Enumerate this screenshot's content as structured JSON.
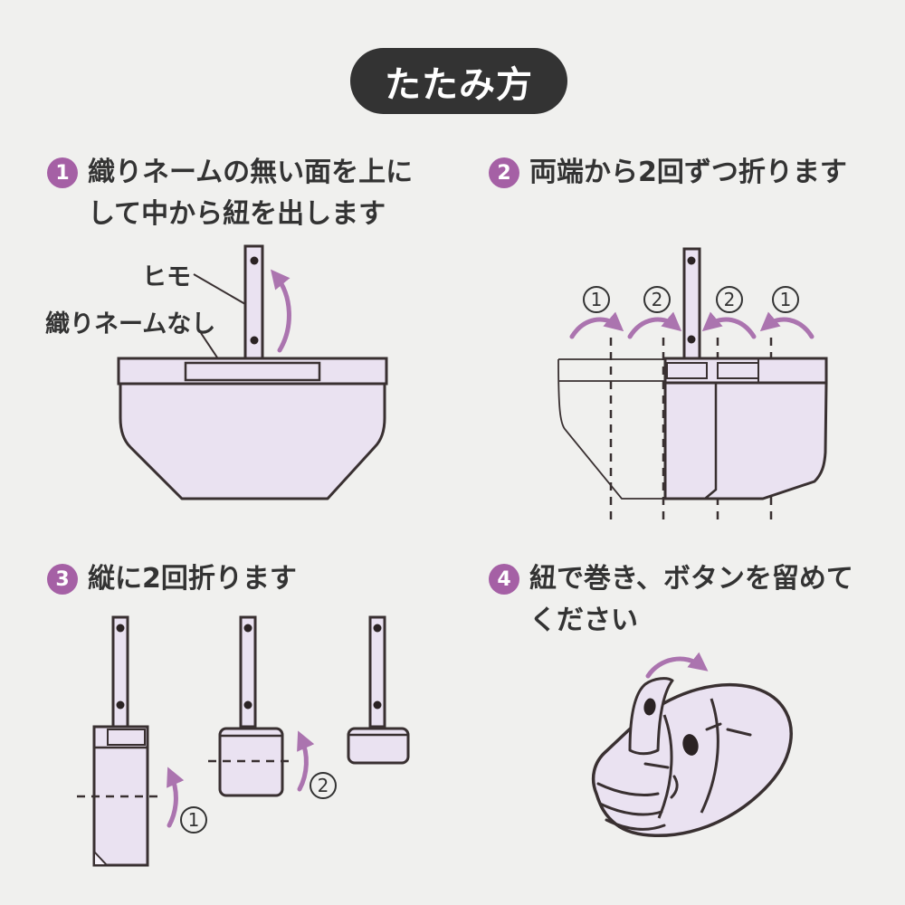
{
  "title": {
    "label": "たたみ方"
  },
  "colors": {
    "background": "#f0f0ee",
    "title_badge_bg": "#333333",
    "title_badge_text": "#ffffff",
    "step_circle": "#a560a5",
    "illustration_fill": "#eae2f1",
    "illustration_outline": "#393031",
    "arrow_purple": "#ab74af",
    "body_text": "#333333"
  },
  "steps": [
    {
      "number": "1",
      "line1": "織りネームの無い面を上に",
      "line2": "して中から紐を出します"
    },
    {
      "number": "2",
      "line1": "両端から2回ずつ折ります",
      "line2": ""
    },
    {
      "number": "3",
      "line1": "縦に2回折ります",
      "line2": ""
    },
    {
      "number": "4",
      "line1": "紐で巻き、ボタンを留めて",
      "line2": "ください"
    }
  ],
  "step1": {
    "labels": {
      "string": "ヒモ",
      "no_woven_name": "織りネームなし"
    }
  },
  "step2": {
    "fold_order": [
      "1",
      "2",
      "2",
      "1"
    ]
  },
  "step3": {
    "fold_order": [
      "1",
      "2"
    ]
  }
}
